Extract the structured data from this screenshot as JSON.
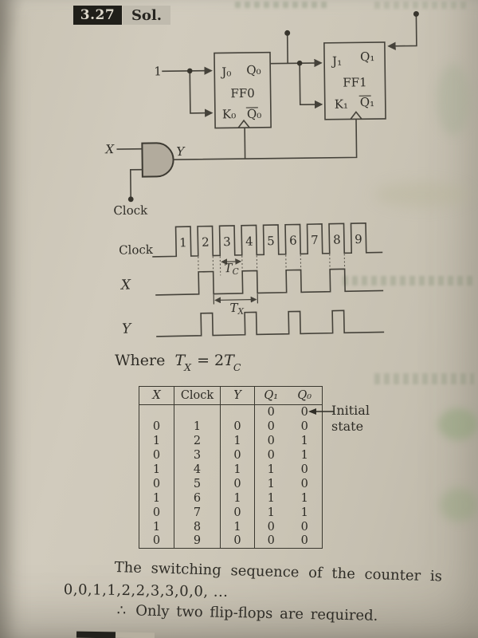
{
  "header": {
    "problem_number": "3.27",
    "solution_label": "Sol."
  },
  "circuit": {
    "input_label": "1",
    "x_label": "X",
    "y_label": "Y",
    "clock_label": "Clock",
    "ff0": {
      "j": "J₀",
      "q": "Q₀",
      "name": "FF0",
      "k": "K₀",
      "qbar": "Q₀"
    },
    "ff1": {
      "j": "J₁",
      "q": "Q₁",
      "name": "FF1",
      "k": "K₁",
      "qbar": "Q₁"
    }
  },
  "timing": {
    "clock_label": "Clock",
    "x_label": "X",
    "y_label": "Y",
    "clock_numbers": [
      "1",
      "2",
      "3",
      "4",
      "5",
      "6",
      "7",
      "8",
      "9"
    ],
    "tc": {
      "base": "T",
      "sub": "C"
    },
    "tx": {
      "base": "T",
      "sub": "X"
    },
    "where": {
      "prefix": "Where",
      "tx_base": "T",
      "tx_sub": "X",
      "equals": "= 2",
      "tc_base": "T",
      "tc_sub": "C"
    }
  },
  "table": {
    "headers": [
      "X",
      "Clock",
      "Y",
      "Q₁",
      "Q₀"
    ],
    "initial": {
      "q1": "0",
      "q0": "0"
    },
    "note_line1": "Initial",
    "note_line2": "state",
    "rows": [
      [
        "0",
        "1",
        "0",
        "0",
        "0"
      ],
      [
        "1",
        "2",
        "1",
        "0",
        "1"
      ],
      [
        "0",
        "3",
        "0",
        "0",
        "1"
      ],
      [
        "1",
        "4",
        "1",
        "1",
        "0"
      ],
      [
        "0",
        "5",
        "0",
        "1",
        "0"
      ],
      [
        "1",
        "6",
        "1",
        "1",
        "1"
      ],
      [
        "0",
        "7",
        "0",
        "1",
        "1"
      ],
      [
        "1",
        "8",
        "1",
        "0",
        "0"
      ],
      [
        "0",
        "9",
        "0",
        "0",
        "0"
      ]
    ]
  },
  "conclusion": {
    "line1": "The switching sequence of the counter is",
    "line2": "0,0,1,1,2,2,3,3,0,0, ...",
    "therefore": "∴",
    "line3": "Only two flip-flops are required."
  },
  "colors": {
    "paper": "#cbc4b5",
    "ink": "#2f2d27",
    "wire": "#45423a",
    "badge_black": "#201f1a",
    "badge_light": "#c0bbae",
    "gate_fill": "#b2ab9d"
  }
}
